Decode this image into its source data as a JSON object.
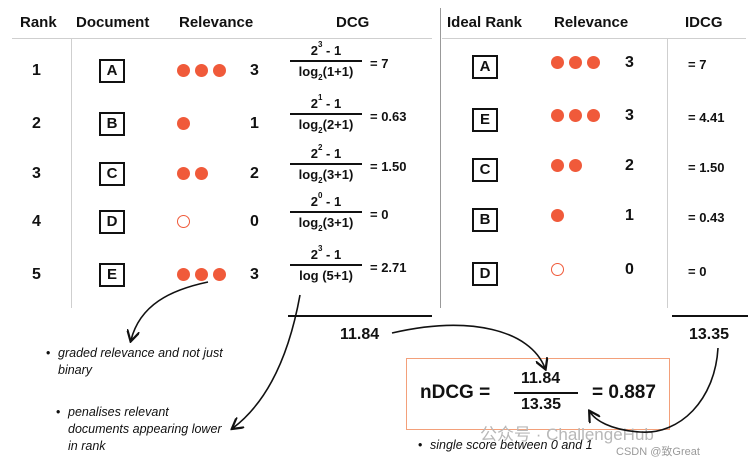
{
  "headers": {
    "rank": "Rank",
    "document": "Document",
    "relevance": "Relevance",
    "dcg": "DCG",
    "ideal_rank": "Ideal Rank",
    "ideal_relevance": "Relevance",
    "idcg": "IDCG"
  },
  "rows": [
    {
      "rank": "1",
      "doc": "A",
      "relevance": 3,
      "rel_text": "3",
      "num_base": "2",
      "num_exp": "3",
      "num_tail": " - 1",
      "den_base": "log",
      "den_sub": "2",
      "den_tail": "(1+1)",
      "dcg": "= 7"
    },
    {
      "rank": "2",
      "doc": "B",
      "relevance": 1,
      "rel_text": "1",
      "num_base": "2",
      "num_exp": "1",
      "num_tail": " - 1",
      "den_base": "log",
      "den_sub": "2",
      "den_tail": "(2+1)",
      "dcg": "= 0.63"
    },
    {
      "rank": "3",
      "doc": "C",
      "relevance": 2,
      "rel_text": "2",
      "num_base": "2",
      "num_exp": "2",
      "num_tail": " - 1",
      "den_base": "log",
      "den_sub": "2",
      "den_tail": "(3+1)",
      "dcg": "= 1.50"
    },
    {
      "rank": "4",
      "doc": "D",
      "relevance": 0,
      "rel_text": "0",
      "num_base": "2",
      "num_exp": "0",
      "num_tail": " - 1",
      "den_base": "log",
      "den_sub": "2",
      "den_tail": "(3+1)",
      "dcg": "= 0"
    },
    {
      "rank": "5",
      "doc": "E",
      "relevance": 3,
      "rel_text": "3",
      "num_base": "2",
      "num_exp": "3",
      "num_tail": " - 1",
      "den_base": "log",
      "den_sub": "",
      "den_tail": " (5+1)",
      "dcg": "= 2.71"
    }
  ],
  "ideal_rows": [
    {
      "doc": "A",
      "relevance": 3,
      "rel_text": "3",
      "idcg": "= 7"
    },
    {
      "doc": "E",
      "relevance": 3,
      "rel_text": "3",
      "idcg": "= 4.41"
    },
    {
      "doc": "C",
      "relevance": 2,
      "rel_text": "2",
      "idcg": "= 1.50"
    },
    {
      "doc": "B",
      "relevance": 1,
      "rel_text": "1",
      "idcg": "= 0.43"
    },
    {
      "doc": "D",
      "relevance": 0,
      "rel_text": "0",
      "idcg": "= 0"
    }
  ],
  "totals": {
    "dcg": "11.84",
    "idcg": "13.35"
  },
  "ndcg": {
    "label": "nDCG =",
    "numerator": "11.84",
    "denominator": "13.35",
    "result": "= 0.887"
  },
  "notes": [
    "graded relevance and not just binary",
    "penalises relevant documents appearing lower in rank",
    "single score between 0 and 1"
  ],
  "watermark": {
    "main": "公众号 · ChallengeHub",
    "sub": "CSDN @致Great"
  },
  "colors": {
    "dot": "#f05a3a",
    "box_border": "#f3a07a"
  }
}
